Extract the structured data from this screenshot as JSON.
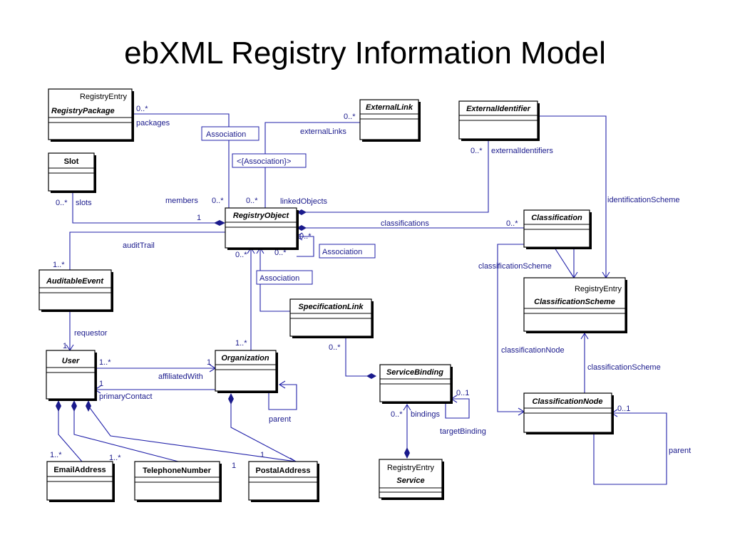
{
  "title": "ebXML Registry Information Model",
  "classes": {
    "registry_package": {
      "stereotype": "RegistryEntry",
      "name": "RegistryPackage"
    },
    "slot": {
      "name": "Slot"
    },
    "external_link": {
      "name": "ExternalLink"
    },
    "external_identifier": {
      "name": "ExternalIdentifier"
    },
    "registry_object": {
      "name": "RegistryObject"
    },
    "classification": {
      "name": "Classification"
    },
    "auditable_event": {
      "name": "AuditableEvent"
    },
    "classification_scheme": {
      "stereotype": "RegistryEntry",
      "name": "ClassificationScheme"
    },
    "specification_link": {
      "name": "SpecificationLink"
    },
    "user": {
      "name": "User"
    },
    "organization": {
      "name": "Organization"
    },
    "service_binding": {
      "name": "ServiceBinding"
    },
    "classification_node": {
      "name": "ClassificationNode"
    },
    "email_address": {
      "name": "EmailAddress"
    },
    "telephone_number": {
      "name": "TelephoneNumber"
    },
    "postal_address": {
      "name": "PostalAddress"
    },
    "service": {
      "stereotype": "RegistryEntry",
      "name": "Service"
    }
  },
  "association_boxes": {
    "assoc1": "Association",
    "assoc2": "<{Association}>",
    "assoc3": "Association",
    "assoc4": "Association"
  },
  "labels": {
    "pkg_mult": "0..*",
    "packages": "packages",
    "extlink_mult": "0..*",
    "external_links": "externalLinks",
    "extid_mult": "0..*",
    "external_identifiers": "externalIdentifiers",
    "identification_scheme": "identificationScheme",
    "slots_mult": "0..*",
    "slots": "slots",
    "members": "members",
    "members_mult": "0..*",
    "linked_mult": "0..*",
    "linked_objects": "linkedObjects",
    "slot_one": "1",
    "classifications": "classifications",
    "classif_mult": "0..*",
    "self_mult": "0..*",
    "audit_trail": "auditTrail",
    "audit_mult": "1..*",
    "ro_mult_a": "0..*",
    "ro_mult_b": "0..*",
    "classification_scheme_a": "classificationScheme",
    "requestor": "requestor",
    "req_one": "1",
    "org_mult": "1..*",
    "user_mult": "1..*",
    "org_one": "1",
    "affiliated_with": "affiliatedWith",
    "pc_one": "1",
    "primary_contact": "primaryContact",
    "parent_org": "parent",
    "spec_mult": "0..*",
    "sb_mult": "0..1",
    "svc_mult": "0..*",
    "bindings": "bindings",
    "target_binding": "targetBinding",
    "classification_node": "classificationNode",
    "classification_scheme_b": "classificationScheme",
    "cn_mult": "0..1",
    "parent_cn": "parent",
    "email_mult": "1..*",
    "tel_mult": "1..*",
    "postal_one_a": "1",
    "postal_one_b": "1"
  }
}
